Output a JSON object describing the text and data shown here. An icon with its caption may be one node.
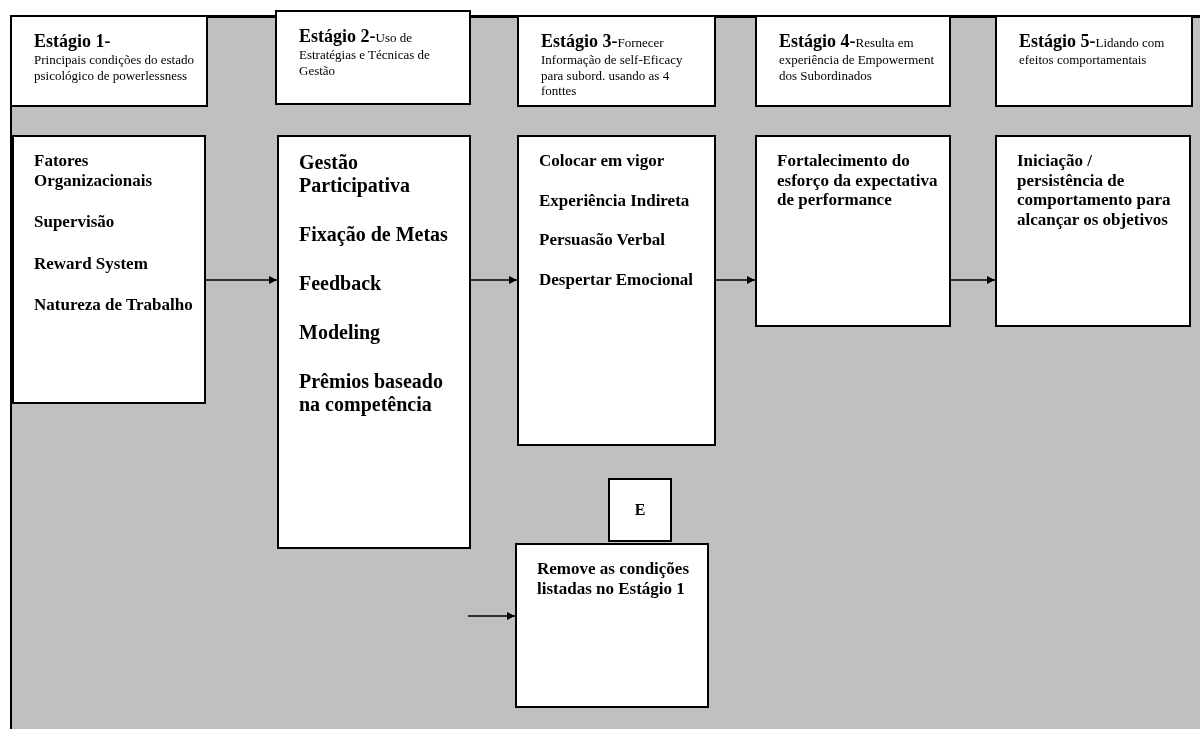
{
  "diagram": {
    "nodes": [
      {
        "text": [
          "Estágio 1-",
          "Principais condições do estado psicológico de powerlessness"
        ]
      },
      {
        "text": [
          "Estágio 2-",
          "Uso de Estratégias e Técnicas de Gestão"
        ]
      },
      {
        "text": [
          "Estágio 3-",
          "Fornecer Informação de self-Eficacy para  subord. usando as 4 fonttes"
        ]
      },
      {
        "text": [
          "Estágio 4-",
          "Resulta em experiência de Empowerment dos Subordinados"
        ]
      },
      {
        "text": [
          "Estágio 5-",
          "Lidando com efeitos comportamentais"
        ]
      },
      {
        "text": [
          "Fatores Organizacionais",
          "Supervisão",
          "Reward  System",
          "Natureza de Trabalho"
        ]
      },
      {
        "text": [
          "Gestão Participativa",
          "Fixação de Metas",
          "Feedback",
          "Modeling",
          "Prêmios baseado na competência"
        ]
      },
      {
        "text": [
          "Colocar em vigor",
          "Experiência Indireta",
          "Persuasão Verbal",
          "Despertar Emocional"
        ]
      },
      {
        "text": [
          "Fortalecimento do esforço da expectativa de performance"
        ]
      },
      {
        "text": [
          "Iniciação / persistência de comportamento para alcançar os objetivos"
        ]
      },
      {
        "text": [
          "E"
        ]
      },
      {
        "text": [
          "Remove  as condições listadas no Estágio 1"
        ]
      }
    ],
    "edges": [
      {
        "from": 5,
        "to": 6,
        "arrow": "to"
      },
      {
        "from": 6,
        "to": 7,
        "arrow": "to"
      },
      {
        "from": 7,
        "to": 8,
        "arrow": "to"
      },
      {
        "from": 8,
        "to": 9,
        "arrow": "to"
      },
      {
        "from": null,
        "to": 11,
        "arrow": "to"
      }
    ]
  }
}
